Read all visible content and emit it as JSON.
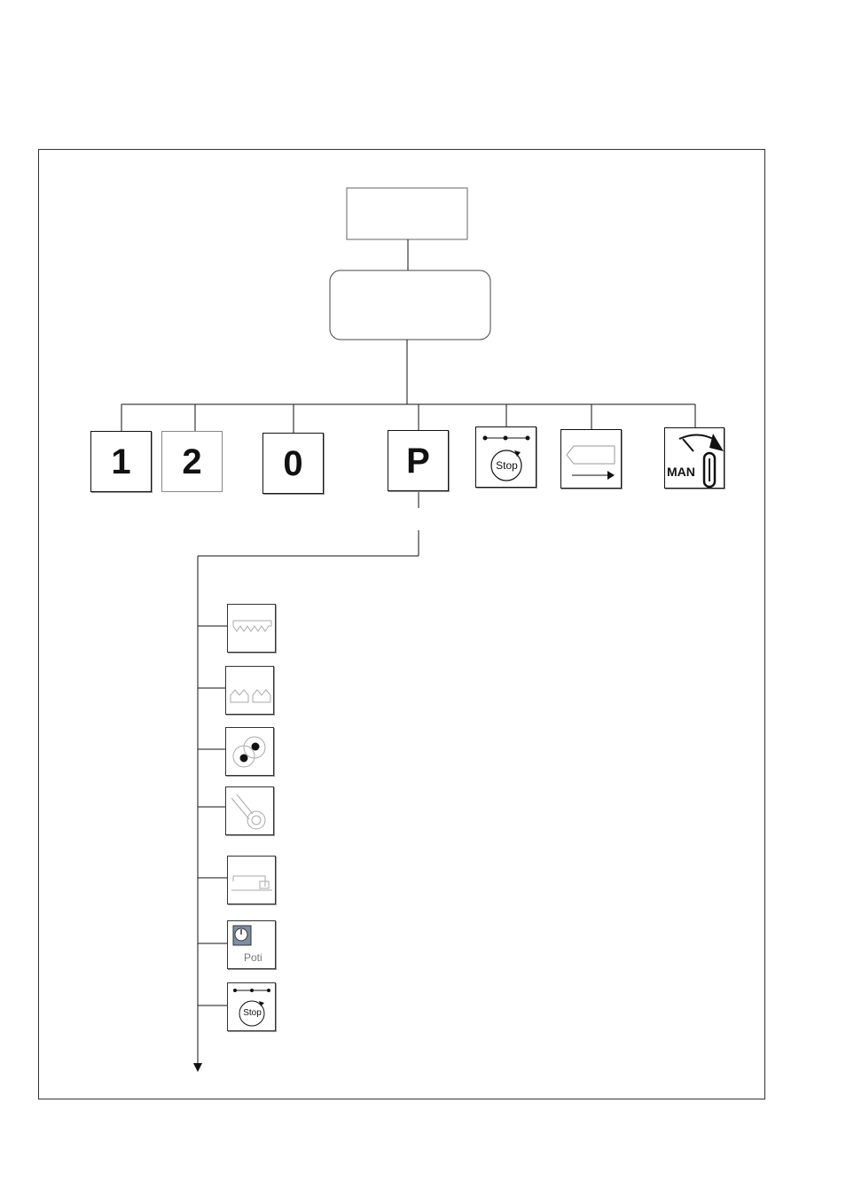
{
  "root": {
    "top_box_text": "",
    "rounded_box_text": ""
  },
  "keys": {
    "key_1": "1",
    "key_2": "2",
    "key_0": "0",
    "key_p": "P",
    "stop_label": "Stop",
    "man_label": "MAN"
  },
  "submenu": {
    "stop_label": "Stop",
    "poti_label": "Poti"
  },
  "icons": [
    "digit-1-key",
    "digit-2-key",
    "digit-0-key",
    "p-key",
    "stop-positioning-icon",
    "tape-feed-icon",
    "manual-mode-icon",
    "stitch-pattern-icon",
    "double-stitch-icon",
    "bobbin-icon",
    "knee-lever-icon",
    "machine-icon",
    "poti-icon",
    "stop-icon"
  ],
  "colors": {
    "line": "#111111",
    "border": "#333333",
    "background": "#ffffff"
  }
}
